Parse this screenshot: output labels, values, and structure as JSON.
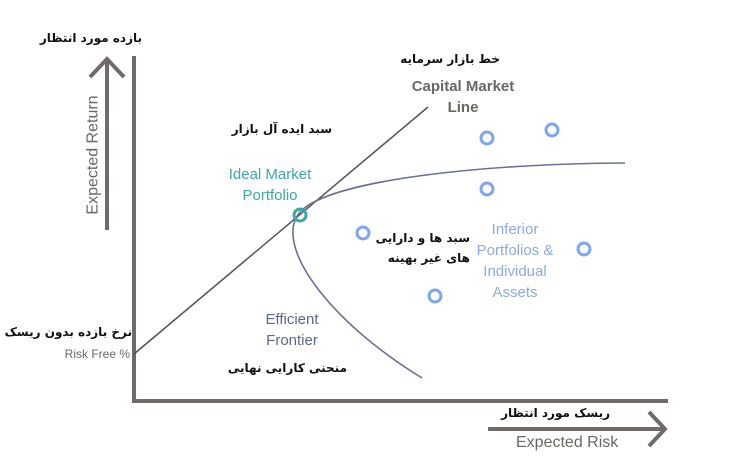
{
  "colors": {
    "axis": "#706b69",
    "cml": "#55524f",
    "frontier": "#6a6f98",
    "ideal": "#3aa8a4",
    "inferior": "#7fa6f0",
    "inferior_text": "#8aabe6",
    "frontier_text": "#5e6690",
    "cml_text": "#6b6763"
  },
  "y_axis": {
    "label_fa": "بازده مورد انتظار",
    "label_en": "Expected Return"
  },
  "x_axis": {
    "label_fa": "ریسک مورد انتظار",
    "label_en": "Expected Risk"
  },
  "risk_free": {
    "label_fa": "نرخ بازده بدون ریسک",
    "label_en": "Risk Free %"
  },
  "cml": {
    "label_fa": "خط بازار سرمایه",
    "label_en_1": "Capital Market",
    "label_en_2": "Line"
  },
  "ideal": {
    "label_fa": "سبد ایده آل بازار",
    "label_en_1": "Ideal Market",
    "label_en_2": "Portfolio"
  },
  "inferior": {
    "label_fa_1": "سبد ها و دارایی",
    "label_fa_2": "های غیر بهینه",
    "label_en_1": "Inferior",
    "label_en_2": "Portfolios &",
    "label_en_3": "Individual",
    "label_en_4": "Assets"
  },
  "frontier": {
    "label_en_1": "Efficient",
    "label_en_2": "Frontier",
    "label_fa": "منحنی کارایی نهایی"
  }
}
